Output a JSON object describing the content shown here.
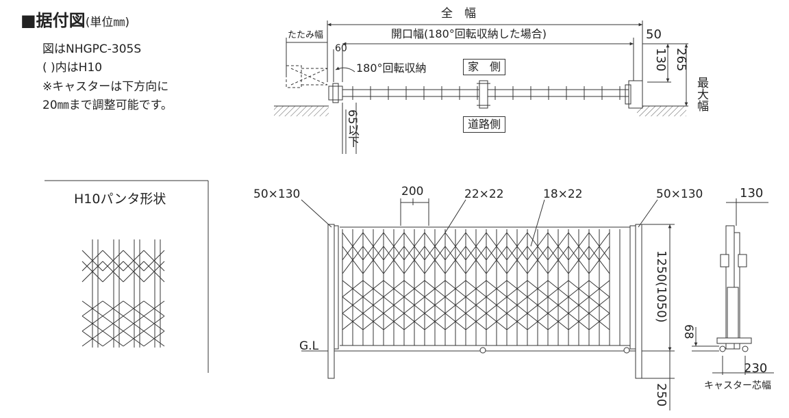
{
  "header": {
    "title_main": "■据付図",
    "title_unit": "(単位㎜)",
    "notes": [
      "図はNHGPC-305S",
      "( )内はH10",
      "※キャスターは下方向に",
      "20㎜まで調整可能です。"
    ]
  },
  "top_view": {
    "label_total_width": "全　幅",
    "label_fold_width": "たたみ幅",
    "label_opening_width": "開口幅(180°回転収納した場合)",
    "dim_60": "60",
    "dim_50": "50",
    "dim_130": "130",
    "dim_265": "265",
    "label_max_width": "最大幅",
    "label_rotate": "180°回転収納",
    "label_house_side": "家　側",
    "label_road_side": "道路側",
    "label_below": "65以下"
  },
  "pantograph": {
    "title": "H10パンタ形状"
  },
  "front_view": {
    "dim_left_post": "50×130",
    "dim_pitch": "200",
    "dim_main_bar": "22×22",
    "dim_sub_bar": "18×22",
    "dim_right_post": "50×130",
    "label_gl": "G.L",
    "dim_height": "1250(1050)",
    "dim_embed": "250"
  },
  "side_view": {
    "dim_depth": "130",
    "dim_68": "68",
    "dim_caster": "230",
    "label_caster": "キャスター芯幅"
  },
  "colors": {
    "line": "#333333",
    "hatch": "#555555"
  }
}
